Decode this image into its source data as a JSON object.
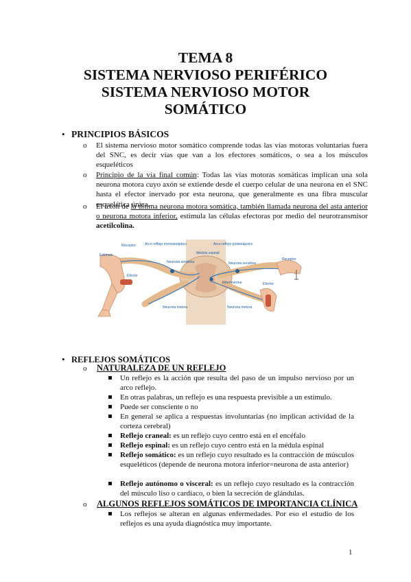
{
  "title": {
    "line1": "TEMA 8",
    "line2": "SISTEMA NERVIOSO PERIFÉRICO",
    "line3": "SISTEMA NERVIOSO MOTOR",
    "line4": "SOMÁTICO"
  },
  "section1": {
    "heading": "PRINCIPIOS BÁSICOS",
    "item1": "El sistema nervioso motor somático comprende todas las vías motoras voluntarias fuera del SNC, es decir vías que van a los efectores somáticos, o sea a los músculos esqueléticos",
    "item2_underlined": "Principio de la vía final común",
    "item2_rest": ": Todas las vías motoras somáticas implican una sola neurona motora cuyo axón se extiende desde el cuerpo celular de una neurona en el SNC hasta el efector inervado por esta neurona, que generalmente es una fibra muscular esquelética única.",
    "item3_pre": "El axón de ",
    "item3_underlined": "la última neurona motora somática, también llamada neurona del asta anterior o neurona motora inferior,",
    "item3_mid": " estimula las células efectoras por medio del neurotransmisor ",
    "item3_bold": "acetilcolina."
  },
  "figure": {
    "label_reflejo_mono": "Arco reflejo monosináptico",
    "label_reflejo_poli": "Arco reflejo polisinápsico",
    "label_medula": "Médula espinal",
    "label_receptor_left": "Receptor",
    "label_estimulo": "Estímulo",
    "label_neurona_sensitiva_1": "Neurona sensitiva",
    "label_neurona_sensitiva_2": "Neurona sensitiva",
    "label_interneurona": "Interneurona",
    "label_efector_left": "Efector",
    "label_neurona_motora_1": "Neurona motora",
    "label_neurona_motora_2": "Neurona motora",
    "label_receptor_right": "Receptor",
    "label_efector_right": "Efector"
  },
  "section2": {
    "heading": "REFLEJOS SOMÁTICOS",
    "sub1": "NATURALEZA DE UN REFLEJO",
    "items": [
      {
        "bold": "",
        "text": "Un reflejo es la acción que resulta del paso de un impulso nervioso por un arco reflejo."
      },
      {
        "bold": "",
        "text": "En otras palabras, un reflejo es una respuesta previsible a un estímulo."
      },
      {
        "bold": "",
        "text": "Puede ser consciente o no"
      },
      {
        "bold": "",
        "text": "En general se aplica a respuestas involuntarias (no implican actividad de la corteza cerebral)"
      },
      {
        "bold": "Reflejo craneal:",
        "text": " es un reflejo cuyo centro está en el encéfalo"
      },
      {
        "bold": "Reflejo espinal:",
        "text": " es un reflejo cuyo centro está en la médula espinal"
      },
      {
        "bold": "Reflejo somático:",
        "text": " es un reflejo cuyo resultado es la contracción de músculos esqueléticos (depende de neurona motora inferior=neurona de asta anterior)"
      },
      {
        "bold": "Reflejo autónomo o visceral:",
        "text": " es un reflejo cuyo resultado es la contracción del músculo liso o cardíaco, o bien la secreción de glándulas."
      }
    ],
    "sub2": "ALGUNOS REFLEJOS SOMÁTICOS DE IMPORTANCIA CLÍNICA",
    "sub2_item": "Los reflejos se alteran en algunas enfermedades. Por eso el estudio de los reflejos es una ayuda diagnóstica muy importante."
  },
  "markers": {
    "bullet": "•",
    "circle": "o"
  },
  "page_number": "1"
}
